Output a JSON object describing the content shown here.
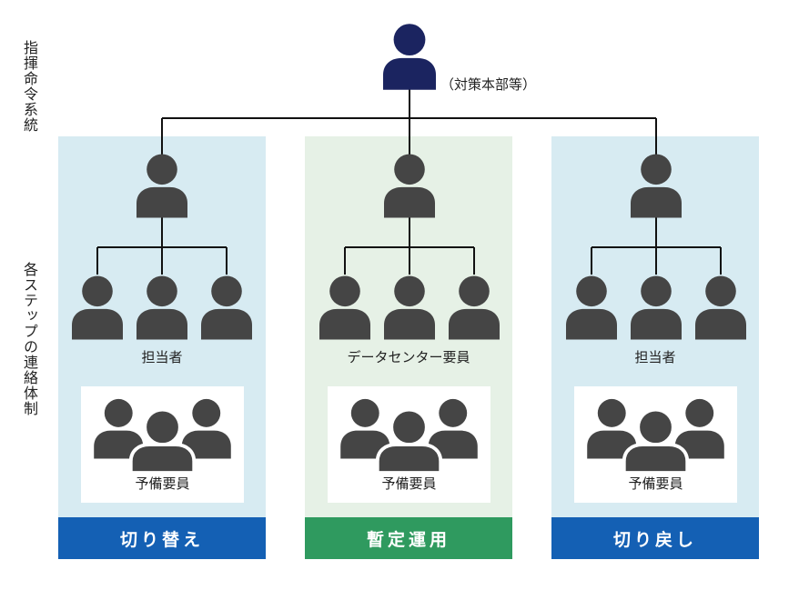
{
  "left_labels": {
    "command": "指揮命令系統",
    "contact": "各ステップの連絡体制"
  },
  "hq": {
    "label": "（対策本部等）",
    "icon": "person-icon",
    "color": "#1b2460"
  },
  "steps": [
    {
      "title": "切り替え",
      "personnel": "担当者",
      "reserve": "予備要員",
      "panel_color": "#d7ebf2",
      "footer_color": "#1460b4"
    },
    {
      "title": "暫定運用",
      "personnel": "データセンター要員",
      "reserve": "予備要員",
      "panel_color": "#e6f1e6",
      "footer_color": "#2f9a5f"
    },
    {
      "title": "切り戻し",
      "personnel": "担当者",
      "reserve": "予備要員",
      "panel_color": "#d7ebf2",
      "footer_color": "#1460b4"
    }
  ],
  "person_color": "#454545"
}
